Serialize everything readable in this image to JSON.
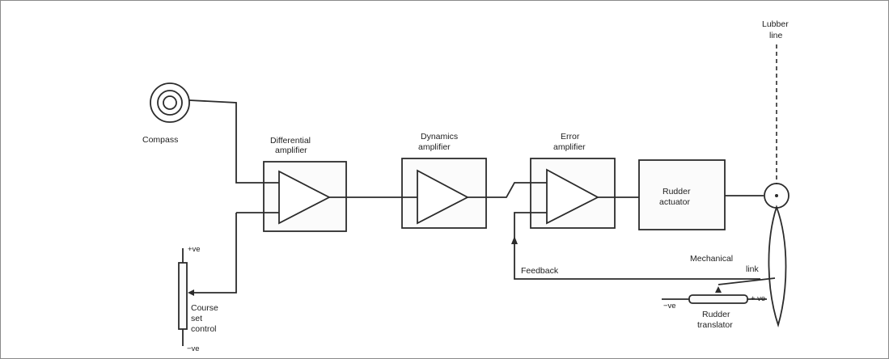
{
  "labels": {
    "lubber_line_1": "Lubber",
    "lubber_line_2": "line",
    "compass": "Compass",
    "differential_1": "Differential",
    "differential_2": "amplifier",
    "dynamics_1": "Dynamics",
    "dynamics_2": "amplifier",
    "error_1": "Error",
    "error_2": "amplifier",
    "rudder_act_1": "Rudder",
    "rudder_act_2": "actuator",
    "plus_ve": "+ve",
    "minus_ve": "−ve",
    "course_1": "Course",
    "course_2": "set",
    "course_3": "control",
    "feedback": "Feedback",
    "mech_1": "Mechanical",
    "mech_2": "link",
    "trans_minus": "−ve",
    "trans_plus": "+ ve",
    "rudder_tr_1": "Rudder",
    "rudder_tr_2": "translator"
  }
}
